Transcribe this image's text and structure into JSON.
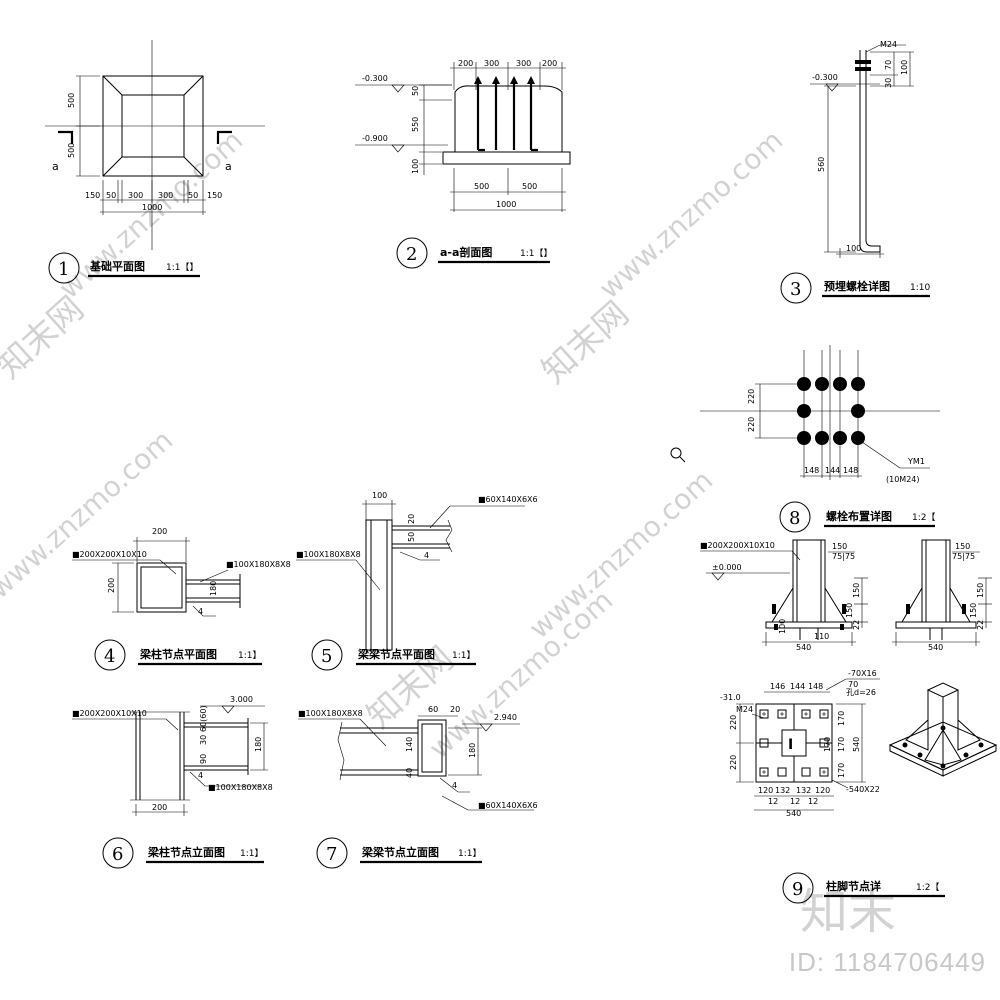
{
  "watermark": {
    "site": "www.znzmo.com",
    "brand": "知末网",
    "brand_short": "知末",
    "id_label": "ID: 1184706449"
  },
  "details": [
    {
      "num": "1",
      "title": "基础平面图",
      "scale": "1:1【】"
    },
    {
      "num": "2",
      "title": "a-a剖面图",
      "scale": "1:1【】"
    },
    {
      "num": "3",
      "title": "预埋螺栓详图",
      "scale": "1:10"
    },
    {
      "num": "4",
      "title": "梁柱节点平面图",
      "scale": "1:1】"
    },
    {
      "num": "5",
      "title": "梁梁节点平面图",
      "scale": "1:1】"
    },
    {
      "num": "6",
      "title": "梁柱节点立面图",
      "scale": "1:1】"
    },
    {
      "num": "7",
      "title": "梁梁节点立面图",
      "scale": "1:1】"
    },
    {
      "num": "8",
      "title": "螺栓布置详图",
      "scale": "1:2【"
    },
    {
      "num": "9",
      "title": "柱脚节点详",
      "scale": "1:2【"
    }
  ],
  "d1": {
    "v500a": "500",
    "v500b": "500",
    "sec_left": "a",
    "sec_right": "a",
    "h150a": "150",
    "h50a": "50",
    "h300a": "300",
    "h300b": "300",
    "h50b": "50",
    "h150b": "150",
    "total": "1000"
  },
  "d2": {
    "top": [
      "200",
      "300",
      "300",
      "200"
    ],
    "elev1": "-0.300",
    "elev2": "-0.900",
    "v50": "50",
    "v550": "550",
    "v100": "100",
    "b500a": "500",
    "b500b": "500",
    "total": "1000"
  },
  "d3": {
    "bolt": "M24",
    "elev": "-0.300",
    "v70": "70",
    "v100": "100",
    "v30": "30",
    "v560": "560",
    "b100": "100"
  },
  "d4": {
    "top": "200",
    "left": "200",
    "tube": "■200X200X10X10",
    "beam": "■100X180X8X8",
    "v180": "180",
    "w4": "4"
  },
  "d5": {
    "top": "100",
    "plate": "■60X140X6X6",
    "beam": "■100X180X8X8",
    "v20": "20",
    "v50": "50",
    "w4": "4"
  },
  "d6": {
    "tube": "■200X200X10X10",
    "elev": "3.000",
    "v60": "60(60)",
    "v30": "30",
    "v180": "180",
    "v90": "90",
    "beam": "■100X180X8X8",
    "bottom": "200",
    "w4": "4"
  },
  "d7": {
    "beam": "■100X180X8X8",
    "h60": "60",
    "h20": "20",
    "elev": "2.940",
    "v140": "140",
    "v180": "180",
    "v40": "40",
    "plate": "■60X140X6X6",
    "w4": "4"
  },
  "d8": {
    "v220a": "220",
    "v220b": "220",
    "h148a": "148",
    "h144": "144",
    "h148b": "148",
    "label": "YM1",
    "label2": "(10M24)"
  },
  "d9": {
    "tube": "■200X200X10X10",
    "elev": "±0.000",
    "v150a": "150",
    "v75": "75|75",
    "v150b": "150",
    "v150c": "150",
    "v22": "22",
    "v100": "100",
    "b110": "110",
    "b540a": "540",
    "r150a": "150",
    "r75": "75|75",
    "r150b": "150",
    "r150c": "150",
    "r22": "22",
    "rb540": "540",
    "plate": "-70X16",
    "v70": "70",
    "hole": "孔d=26",
    "elev2": "-31.0",
    "bolt": "M24",
    "t146": "146",
    "t144": "144",
    "t148": "148",
    "s170a": "170",
    "s170b": "170",
    "s170c": "170",
    "s170d": "170",
    "s220a": "220",
    "s220b": "220",
    "s540": "540",
    "b120a": "120",
    "b132a": "132",
    "b132b": "132",
    "b120b": "120",
    "b12a": "12",
    "b12b": "12",
    "b12c": "12",
    "b540": "540",
    "plate2": "-540X22"
  }
}
